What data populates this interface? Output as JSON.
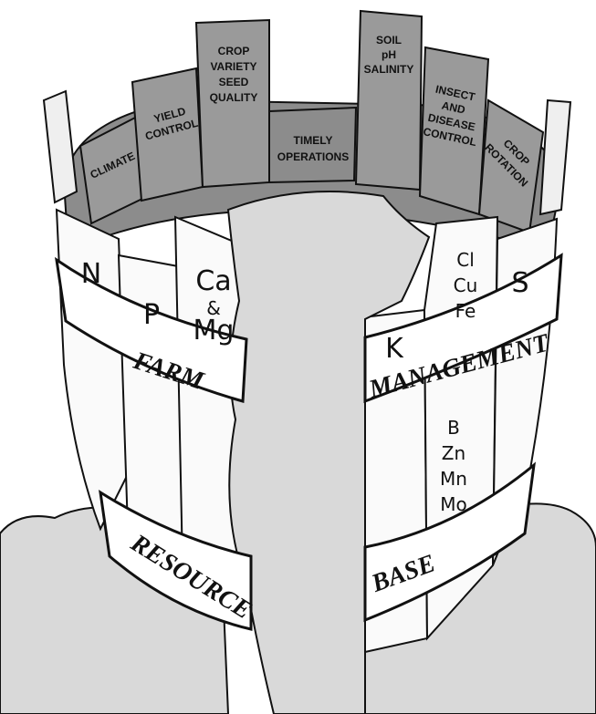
{
  "inner_staves": {
    "climate": [
      "CLIMATE"
    ],
    "yield_control": [
      "YIELD",
      "CONTROL"
    ],
    "crop_variety": [
      "CROP",
      "VARIETY",
      "SEED",
      "QUALITY"
    ],
    "timely_operations": [
      "TIMELY",
      "OPERATIONS"
    ],
    "soil_ph": [
      "SOIL",
      "pH",
      "SALINITY"
    ],
    "insect_disease": [
      "INSECT",
      "AND",
      "DISEASE",
      "CONTROL"
    ],
    "crop_rotation": [
      "CROP",
      "ROTATION"
    ]
  },
  "nutrient_staves": {
    "n": "N",
    "p": "P",
    "ca": "Ca",
    "amp": "&",
    "mg": "Mg",
    "k": "K",
    "cl": "Cl",
    "cu": "Cu",
    "fe": "Fe",
    "s": "S",
    "b": "B",
    "zn": "Zn",
    "mn": "Mn",
    "mo": "Mo"
  },
  "bands": {
    "farm": "FARM",
    "management": "MANAGEMENT",
    "resource": "RESOURCE",
    "base": "BASE"
  }
}
